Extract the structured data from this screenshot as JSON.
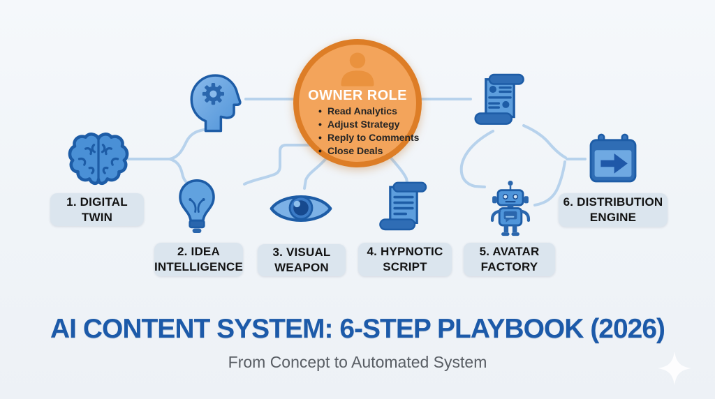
{
  "title": {
    "text": "AI CONTENT SYSTEM: 6-STEP PLAYBOOK (2026)",
    "color": "#1c5aa9"
  },
  "subtitle": {
    "text": "From Concept to Automated System",
    "color": "#585d63"
  },
  "owner_role": {
    "heading": "OWNER ROLE",
    "icon": "person-icon",
    "items": [
      "Read Analytics",
      "Adjust Strategy",
      "Reply to Comments",
      "Close Deals"
    ],
    "circle_fill": "#f3a45b",
    "circle_ring": "#dd7d26"
  },
  "steps": [
    {
      "icon": "brain-icon",
      "line1": "1. DIGITAL",
      "line2": "TWIN"
    },
    {
      "icon": "lightbulb-icon",
      "line1": "2. IDEA",
      "line2": "INTELLIGENCE"
    },
    {
      "icon": "eye-icon",
      "line1": "3. VISUAL",
      "line2": "WEAPON"
    },
    {
      "icon": "scroll-text-icon",
      "line1": "4. HYPNOTIC",
      "line2": "SCRIPT"
    },
    {
      "icon": "robot-icon",
      "line1": "5. AVATAR",
      "line2": "FACTORY"
    },
    {
      "icon": "calendar-arrow-icon",
      "line1": "6. DISTRIBUTION",
      "line2": "ENGINE"
    }
  ],
  "decor_icons": [
    "head-gear-icon",
    "document-scroll-icon",
    "sparkle-icon"
  ],
  "colors": {
    "icon_fill": "#4a90d6",
    "icon_dark": "#2a66ad",
    "icon_stroke": "#1d5ca6",
    "connector": "#b7d2ec",
    "label_box": "#dbe5ee",
    "label_text": "#131313",
    "background": "#f0f4f8"
  }
}
